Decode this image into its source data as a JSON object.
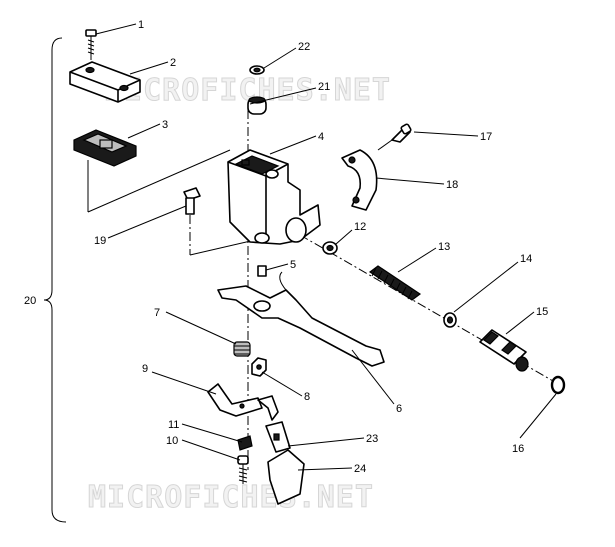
{
  "watermark": {
    "top": "MICROFICHES.NET",
    "bottom": "MICROFICHES.NET"
  },
  "callouts": {
    "c1": "1",
    "c2": "2",
    "c3": "3",
    "c4": "4",
    "c5": "5",
    "c6": "6",
    "c7": "7",
    "c8": "8",
    "c9": "9",
    "c10": "10",
    "c11": "11",
    "c12": "12",
    "c13": "13",
    "c14": "14",
    "c15": "15",
    "c16": "16",
    "c17": "17",
    "c18": "18",
    "c19": "19",
    "c20": "20",
    "c21": "21",
    "c22": "22",
    "c23": "23",
    "c24": "24"
  }
}
